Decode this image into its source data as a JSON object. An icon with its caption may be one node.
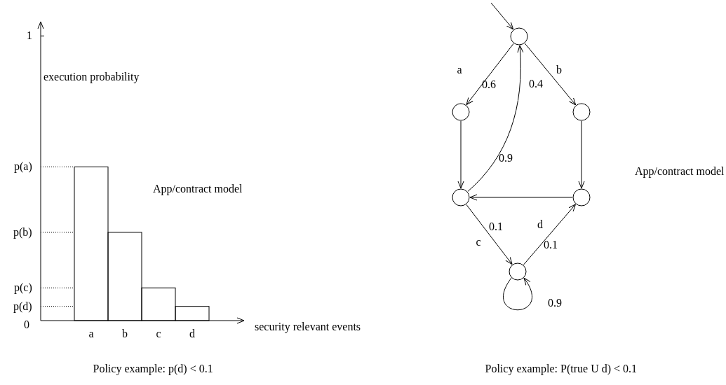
{
  "diagram": {
    "nodes": [
      {
        "text": [],
        "shape": "circle"
      },
      {
        "text": [],
        "shape": "circle"
      },
      {
        "text": [],
        "shape": "circle"
      },
      {
        "text": [],
        "shape": "circle"
      },
      {
        "text": [],
        "shape": "circle"
      },
      {
        "text": [],
        "shape": "circle"
      }
    ],
    "edges": [
      {
        "from": null,
        "to": 0,
        "arrow": "to"
      },
      {
        "from": 0,
        "to": 1,
        "arrow": "to",
        "label": "0.6"
      },
      {
        "from": 0,
        "to": 2,
        "arrow": "to",
        "label": "0.4"
      },
      {
        "from": 1,
        "to": 3,
        "arrow": "to"
      },
      {
        "from": 2,
        "to": 4,
        "arrow": "to"
      },
      {
        "from": 3,
        "to": 0,
        "arrow": "to",
        "label": "0.9"
      },
      {
        "from": 4,
        "to": 3,
        "arrow": "to"
      },
      {
        "from": 3,
        "to": 5,
        "arrow": "to",
        "label": "0.1"
      },
      {
        "from": 5,
        "to": 4,
        "arrow": "to",
        "label": "0.1"
      },
      {
        "from": 5,
        "to": 5,
        "arrow": "to",
        "label": "0.9"
      }
    ],
    "labels": [
      "App/contract model",
      "a",
      "b",
      "App/contract model",
      "c",
      "d",
      "Policy example: p(d) < 0.1",
      "Policy example: P(true U d) < 0.1"
    ],
    "chart_data": {
      "type": "bar",
      "xlabel": "security relevant events",
      "ylabel": "execution probability",
      "categories": [
        "a",
        "b",
        "c",
        "d"
      ],
      "values": [
        0.54,
        0.31,
        0.115,
        0.05
      ],
      "ylim": [
        0,
        1.05
      ],
      "yticks": [
        0,
        1,
        {
          "value": 0.54,
          "label": "p(a)"
        },
        {
          "value": 0.31,
          "label": "p(b)"
        },
        {
          "value": 0.115,
          "label": "p(c)"
        },
        {
          "value": 0.05,
          "label": "p(d)"
        }
      ]
    }
  }
}
